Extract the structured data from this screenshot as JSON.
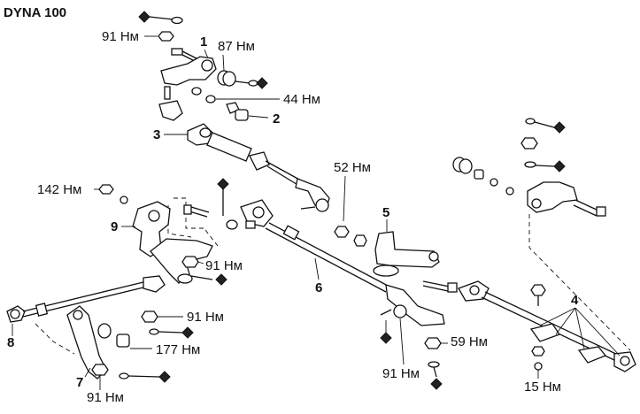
{
  "title": "DYNA 100",
  "part_numbers": [
    "1",
    "2",
    "3",
    "4",
    "5",
    "6",
    "7",
    "8",
    "9"
  ],
  "torques": {
    "t1": "91 Нм",
    "t2": "87 Нм",
    "t3": "44 Нм",
    "t4": "52 Нм",
    "t5": "142 Нм",
    "t6": "91 Нм",
    "t7": "91 Нм",
    "t8": "177 Нм",
    "t9": "91 Нм",
    "t10": "91 Нм",
    "t11": "59 Нм",
    "t12": "15 Нм"
  },
  "legend_symbol": "diamond-icon"
}
